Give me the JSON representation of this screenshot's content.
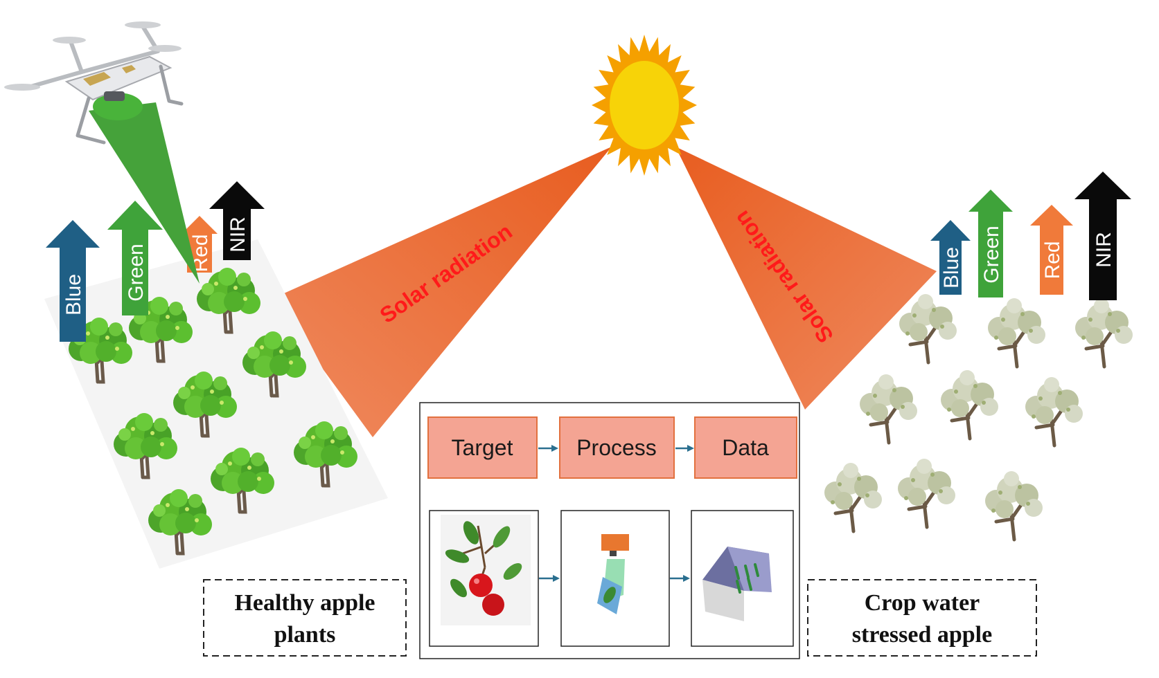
{
  "solar_label_left": "Solar radiation",
  "solar_label_right": "Solar radiation",
  "bands_left": [
    {
      "label": "Blue",
      "color": "#1f5f85"
    },
    {
      "label": "Green",
      "color": "#3fa33a"
    },
    {
      "label": "Red",
      "color": "#f07a3a"
    },
    {
      "label": "NIR",
      "color": "#0a0a0a"
    }
  ],
  "bands_right": [
    {
      "label": "Blue",
      "color": "#1f5f85"
    },
    {
      "label": "Green",
      "color": "#3fa33a"
    },
    {
      "label": "Red",
      "color": "#f07a3a"
    },
    {
      "label": "NIR",
      "color": "#0a0a0a"
    }
  ],
  "flow": {
    "target": "Target",
    "process": "Process",
    "data": "Data"
  },
  "caption_left": {
    "line1": "Healthy apple",
    "line2": "plants"
  },
  "caption_right": {
    "line1": "Crop water",
    "line2": "stressed apple"
  },
  "colors": {
    "radiation": "#ee6a2c",
    "sun_core": "#f7d308",
    "sun_rays": "#f5a000",
    "flow_box": "#f4a493",
    "flow_border": "#e2703e",
    "arrow": "#2a6f8f",
    "healthy_tree": "#55b82a",
    "stressed_tree": "#c9cfb2",
    "drone_beam": "#45a23a"
  }
}
